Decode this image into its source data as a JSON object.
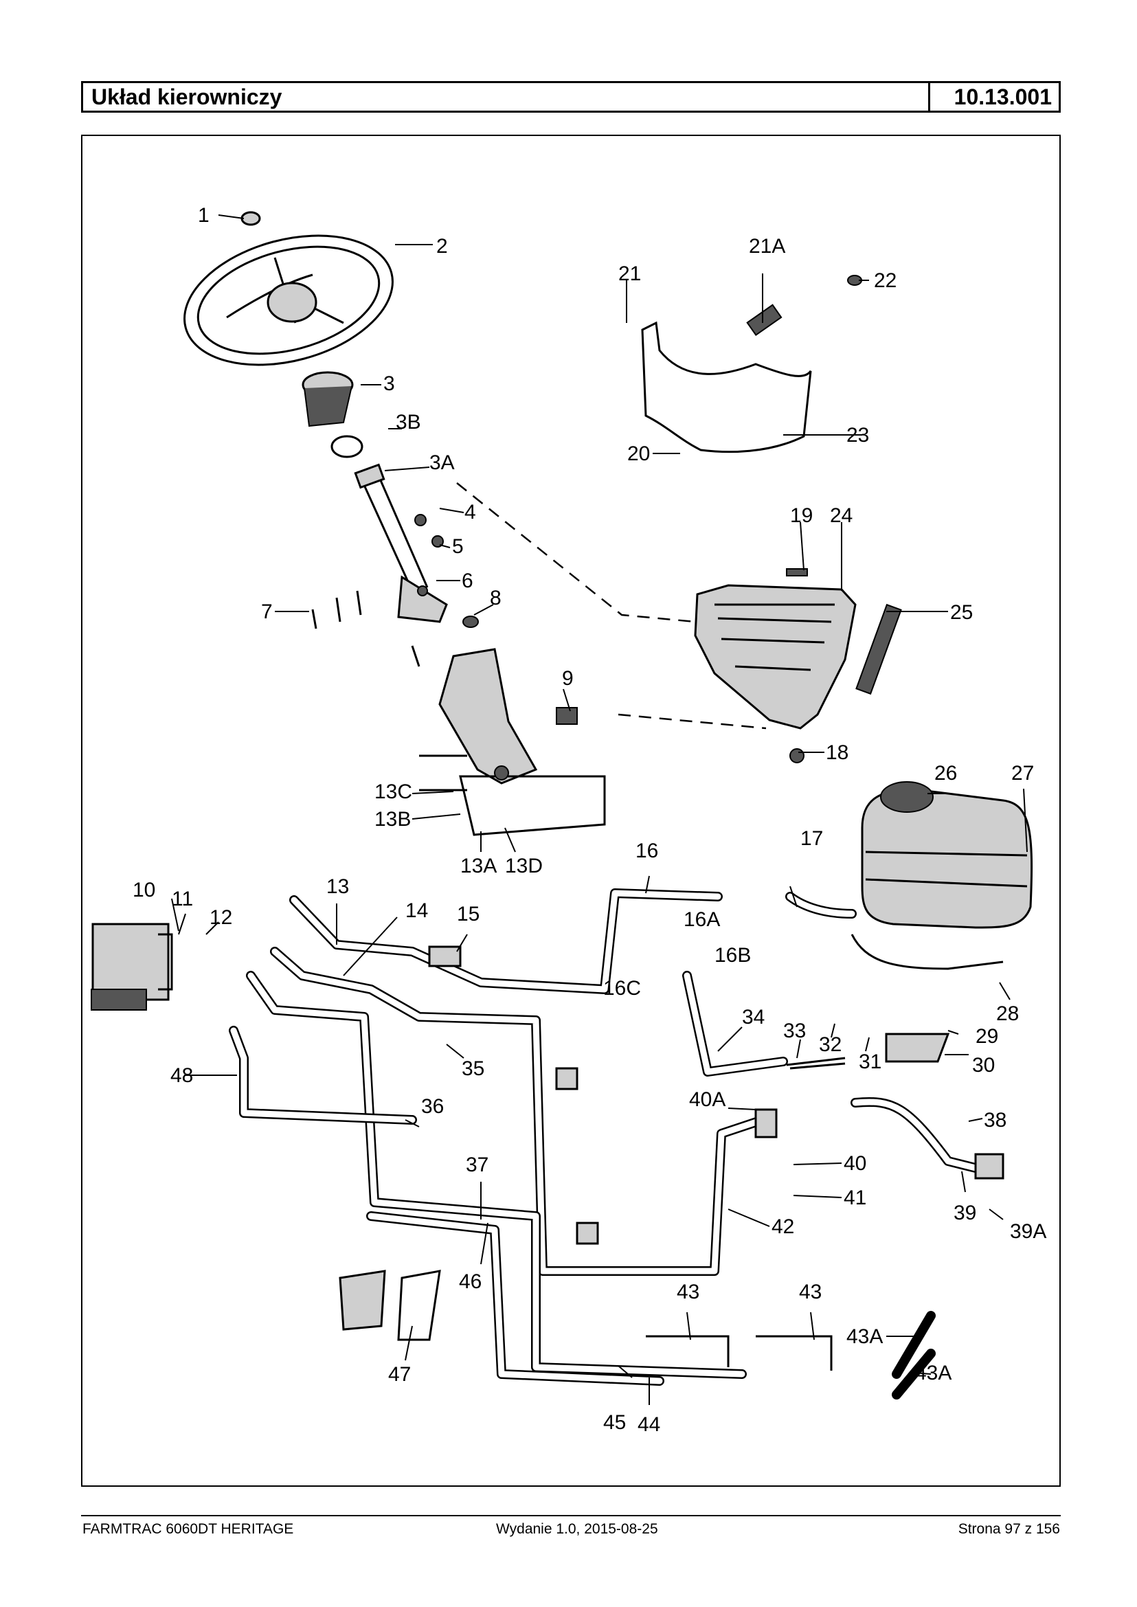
{
  "header": {
    "title": "Układ kierowniczy",
    "code": "10.13.001"
  },
  "footer": {
    "left": "FARMTRAC 6060DT HERITAGE",
    "center": "Wydanie 1.0,  2015-08-25",
    "right": "Strona 97 z 156"
  },
  "callouts": {
    "c1": "1",
    "c2": "2",
    "c3": "3",
    "c3B": "3B",
    "c3A": "3A",
    "c4": "4",
    "c5": "5",
    "c6": "6",
    "c7": "7",
    "c8": "8",
    "c9": "9",
    "c10": "10",
    "c11": "11",
    "c12": "12",
    "c13": "13",
    "c13C": "13C",
    "c13B": "13B",
    "c13A": "13A",
    "c13D": "13D",
    "c14": "14",
    "c15": "15",
    "c16": "16",
    "c16A": "16A",
    "c16B": "16B",
    "c16C": "16C",
    "c17": "17",
    "c18": "18",
    "c19": "19",
    "c20": "20",
    "c21": "21",
    "c21A": "21A",
    "c22": "22",
    "c23": "23",
    "c24": "24",
    "c25": "25",
    "c26": "26",
    "c27": "27",
    "c28": "28",
    "c29": "29",
    "c30": "30",
    "c31": "31",
    "c32": "32",
    "c33": "33",
    "c34": "34",
    "c35": "35",
    "c36": "36",
    "c37": "37",
    "c38": "38",
    "c39": "39",
    "c39A": "39A",
    "c40": "40",
    "c40A": "40A",
    "c41": "41",
    "c42": "42",
    "c43a": "43",
    "c43b": "43",
    "c43A": "43A",
    "c43Ab": "43A",
    "c44": "44",
    "c45": "45",
    "c46": "46",
    "c47": "47",
    "c48": "48"
  }
}
